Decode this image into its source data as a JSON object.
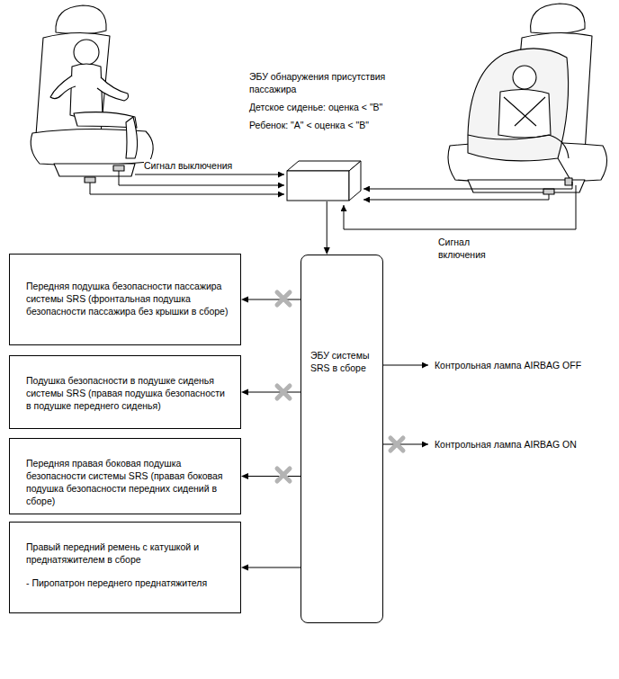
{
  "diagram": {
    "nodes": [
      {
        "text": [
          "ЭБУ обнаружения присутствия пассажира",
          "Детское сиденье: оценка < \"B\"",
          "Ребенок: \"A\" < оценка < \"B\""
        ]
      },
      {
        "text": [
          "Передняя подушка безопасности пассажира системы SRS (фронтальная подушка безопасности пассажира без крышки в сборе)"
        ]
      },
      {
        "text": [
          "Подушка безопасности в подушке сиденья системы SRS (правая подушка безопасности в подушке переднего сиденья)"
        ]
      },
      {
        "text": [
          "Передняя правая боковая подушка безопасности системы SRS (правая боковая подушка безопасности передних сидений в сборе)"
        ]
      },
      {
        "text": [
          "Правый передний ремень с катушкой и преднатяжителем в сборе",
          "- Пиропатрон переднего преднатяжителя"
        ]
      },
      {
        "text": [
          "ЭБУ системы SRS в сборе"
        ]
      }
    ],
    "edges": [
      {
        "from": 0,
        "to": 5,
        "arrow": "to"
      },
      {
        "from": 5,
        "to": 1,
        "arrow": "to"
      },
      {
        "from": 5,
        "to": 2,
        "arrow": "to"
      },
      {
        "from": 5,
        "to": 3,
        "arrow": "to"
      },
      {
        "from": 5,
        "to": 4,
        "arrow": "to"
      }
    ],
    "labels": [
      "Сигнал выключения",
      "Сигнал включения",
      "Контрольная лампа AIRBAG OFF",
      "Контрольная лампа AIRBAG ON"
    ]
  }
}
